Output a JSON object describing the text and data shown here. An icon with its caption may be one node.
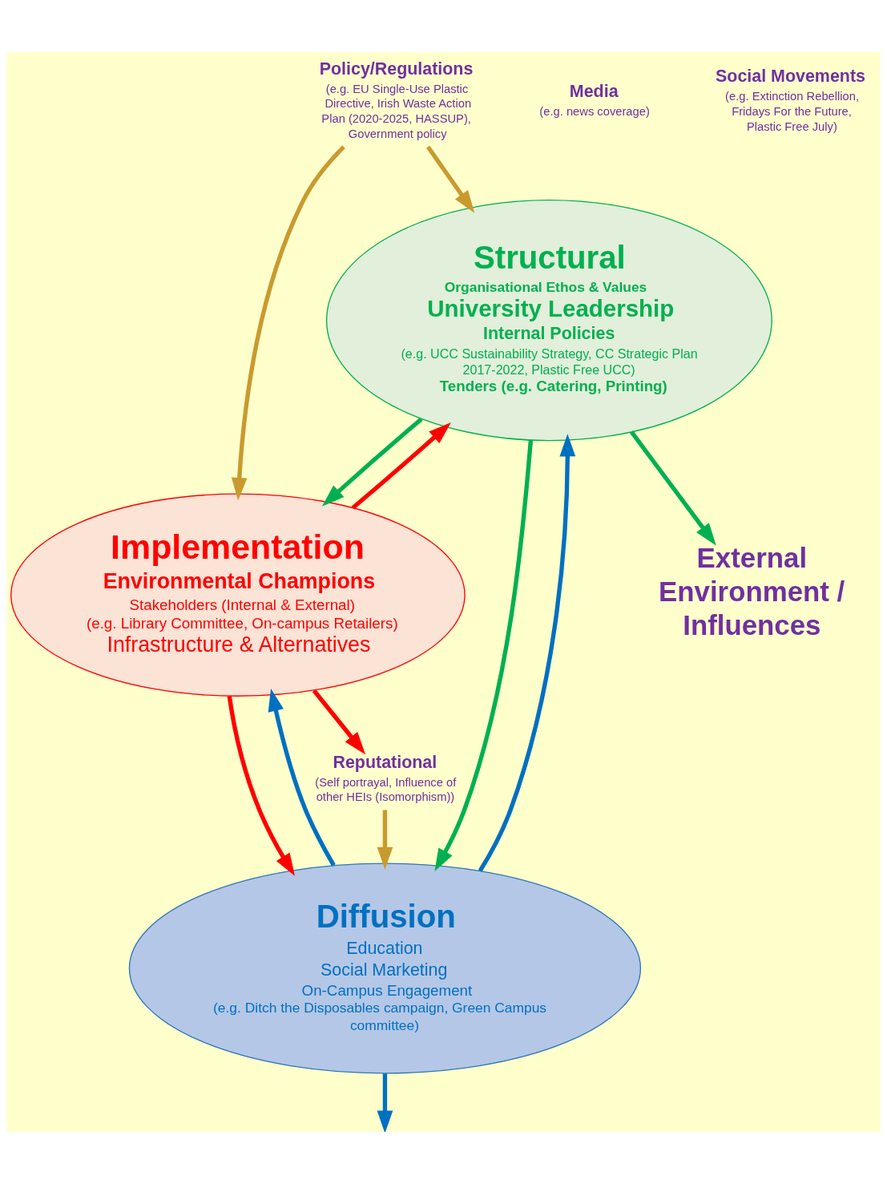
{
  "diagram": {
    "nodes": [
      {
        "text": [
          "Structural",
          "Organisational Ethos & Values",
          "University Leadership",
          "Internal Policies",
          "(e.g. UCC Sustainability Strategy, CC Strategic Plan 2017-2022, Plastic Free UCC)",
          "Tenders (e.g. Catering, Printing)"
        ]
      },
      {
        "text": [
          "Implementation",
          "Environmental Champions",
          "Stakeholders (Internal & External)",
          "(e.g. Library Committee, On-campus Retailers)",
          "Infrastructure & Alternatives"
        ]
      },
      {
        "text": [
          "Diffusion",
          "Education",
          "Social Marketing",
          "On-Campus Engagement",
          "(e.g. Ditch the Disposables campaign, Green Campus committee)"
        ]
      },
      {
        "text": [
          "External Environment / Influences"
        ]
      },
      {
        "text": [
          "Policy/Regulations",
          "(e.g. EU Single-Use Plastic Directive, Irish Waste Action Plan (2020-2025, HASSUP), Government policy"
        ]
      },
      {
        "text": [
          "Media",
          "(e.g. news coverage)"
        ]
      },
      {
        "text": [
          "Reputational",
          "(Self portrayal, Influence of other HEIs (Isomorphism))"
        ]
      },
      {
        "text": [
          "Social Movements",
          "(e.g. Extinction Rebellion, Fridays For the Future, Plastic Free July)"
        ]
      }
    ],
    "edges": [
      {
        "from": 0,
        "to": 3,
        "arrow": "to",
        "color": "#00b050"
      },
      {
        "from": 4,
        "to": 0,
        "arrow": "to",
        "color": "#c99a2e"
      },
      {
        "from": 0,
        "to": 1,
        "arrow": "to",
        "color": "#00b050"
      },
      {
        "from": 1,
        "to": 0,
        "arrow": "to",
        "color": "#ff0000"
      },
      {
        "from": 4,
        "to": 1,
        "arrow": "to",
        "color": "#c99a2e"
      },
      {
        "from": 1,
        "to": 6,
        "arrow": "to",
        "color": "#ff0000"
      },
      {
        "from": 6,
        "to": 2,
        "arrow": "to",
        "color": "#c99a2e"
      },
      {
        "from": 1,
        "to": 2,
        "arrow": "to",
        "color": "#ff0000"
      },
      {
        "from": 2,
        "to": 1,
        "arrow": "to",
        "color": "#0070c0"
      },
      {
        "from": 0,
        "to": 2,
        "arrow": "to",
        "color": "#00b050"
      },
      {
        "from": 2,
        "to": 0,
        "arrow": "to",
        "color": "#0070c0"
      },
      {
        "from": 2,
        "to": null,
        "arrow": "to",
        "color": "#0070c0"
      }
    ]
  }
}
